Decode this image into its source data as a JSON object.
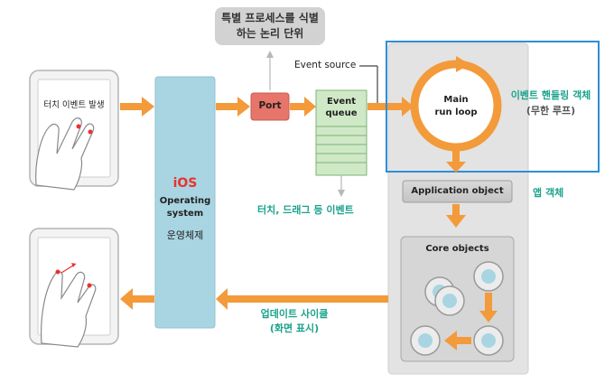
{
  "tooltip": {
    "line1": "특별 프로세스를 식별",
    "line2": "하는 논리 단위"
  },
  "event_source_label": "Event source",
  "touch_device_label": "터치 이벤트 발생",
  "os_box": {
    "title": "iOS",
    "line1": "Operating",
    "line2": "system",
    "korean": "운영체제"
  },
  "port_label": "Port",
  "event_queue": {
    "line1": "Event",
    "line2": "queue"
  },
  "queue_caption": "터치, 드래그 등 이벤트",
  "run_loop": {
    "line1": "Main",
    "line2": "run loop"
  },
  "event_handling": {
    "line1": "이벤트 핸들링 객체",
    "line2": "(무한 루프)"
  },
  "app_object_label": "Application object",
  "app_object_caption": "앱 객체",
  "core_objects_label": "Core objects",
  "update_cycle": {
    "line1": "업데이트 사이클",
    "line2": "(화면 표시)"
  },
  "colors": {
    "orange": "#f39a3b",
    "os_blue": "#a9d5e2",
    "port_red": "#e8756a",
    "queue_green": "#cfe9c7",
    "accent_green": "#1ba38c",
    "highlight_blue": "#2d8fd6",
    "panel_gray": "#e4e4e4",
    "ios_red": "#e8332c"
  }
}
